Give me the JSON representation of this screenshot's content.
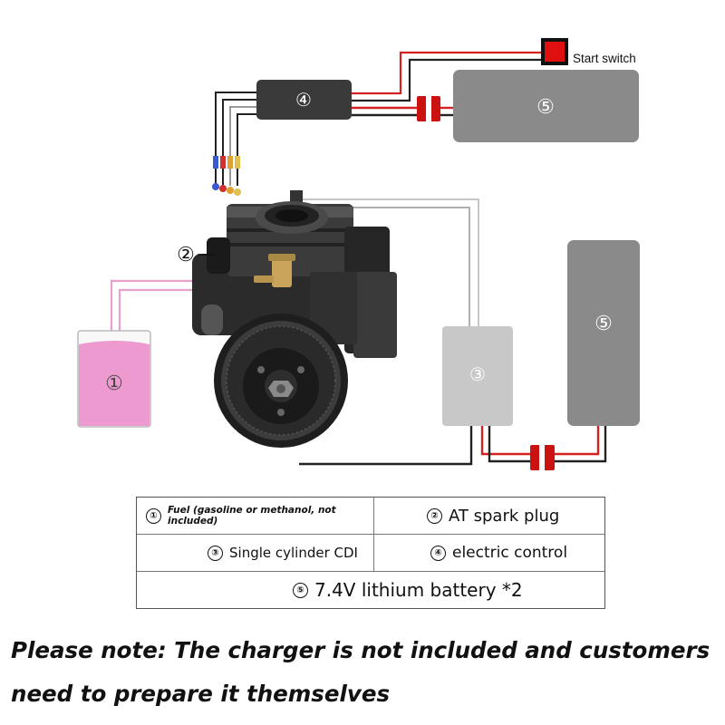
{
  "diagram": {
    "labels": {
      "fuel_num": "①",
      "spark_num": "②",
      "cdi_num": "③",
      "control_num": "④",
      "battery_top_num": "⑤",
      "battery_right_num": "⑤",
      "start_switch": "Start switch"
    },
    "colors": {
      "fuel": "#ec9ad0",
      "battery": "#8a8a8a",
      "cdi": "#c8c8c8",
      "control": "#3a3a3a",
      "connector": "#cc1111",
      "wire_red": "#d42020",
      "switch": "#e01010"
    }
  },
  "legend": {
    "fuel": {
      "num": "①",
      "text": "Fuel (gasoline or methanol, not included)"
    },
    "spark_plug": {
      "num": "②",
      "text": "AT spark plug"
    },
    "cdi": {
      "num": "③",
      "text": "Single cylinder CDI"
    },
    "control": {
      "num": "④",
      "text": "electric control"
    },
    "battery": {
      "num": "⑤",
      "text": "7.4V lithium battery *2"
    }
  },
  "note": {
    "text": "Please note: The charger is not included and customers need to prepare it themselves"
  }
}
